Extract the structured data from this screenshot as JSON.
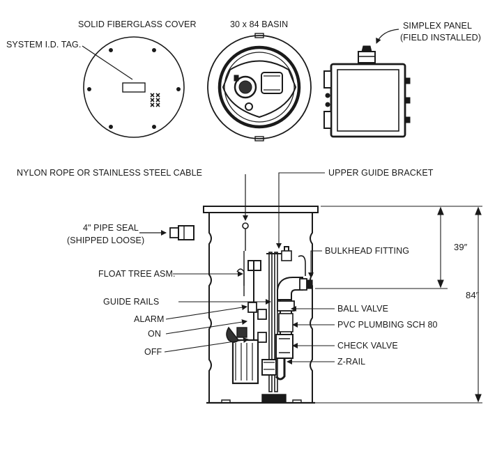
{
  "labels": {
    "cover": "SOLID FIBERGLASS COVER",
    "basin": "30 x 84 BASIN",
    "system_tag": "SYSTEM I.D. TAG.",
    "simplex_panel_1": "SIMPLEX PANEL",
    "simplex_panel_2": "(FIELD INSTALLED)",
    "cable": "NYLON ROPE OR STAINLESS STEEL CABLE",
    "guide_bracket": "UPPER GUIDE BRACKET",
    "pipe_seal_1": "4\" PIPE SEAL",
    "pipe_seal_2": "(SHIPPED LOOSE)",
    "bulkhead": "BULKHEAD FITTING",
    "float_tree": "FLOAT TREE ASM.",
    "guide_rails": "GUIDE RAILS",
    "alarm": "ALARM",
    "on": "ON",
    "off": "OFF",
    "ball_valve": "BALL VALVE",
    "pvc": "PVC PLUMBING SCH 80",
    "check_valve": "CHECK VALVE",
    "z_rail": "Z-RAIL",
    "dim_39": "39″",
    "dim_84": "84″"
  },
  "colors": {
    "ink": "#1a1a1a",
    "fill": "#ffffff",
    "shade": "#555555"
  }
}
